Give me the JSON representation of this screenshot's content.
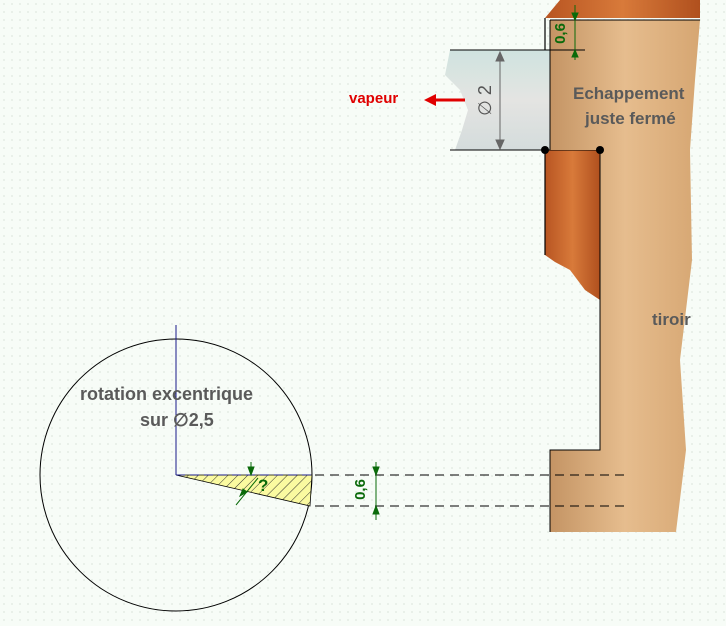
{
  "labels": {
    "vapeur": "vapeur",
    "echappement_line1": "Echappement",
    "echappement_line2": "juste fermé",
    "tiroir": "tiroir",
    "rotation_line1": "rotation excentrique",
    "rotation_line2": "sur ∅2,5",
    "diameter_dim": "∅ 2",
    "overlap_top_dim": "0,6",
    "overlap_side_dim": "0,6",
    "question": "?"
  },
  "colors": {
    "cylinder": "#c0622a",
    "tiroir": "#deb283",
    "pipe": "#d6e2e0",
    "arrow": "#e00000",
    "dimension": "#0a6a0a",
    "hatch_fill": "#fafaa0",
    "text": "#5a5a5a"
  }
}
